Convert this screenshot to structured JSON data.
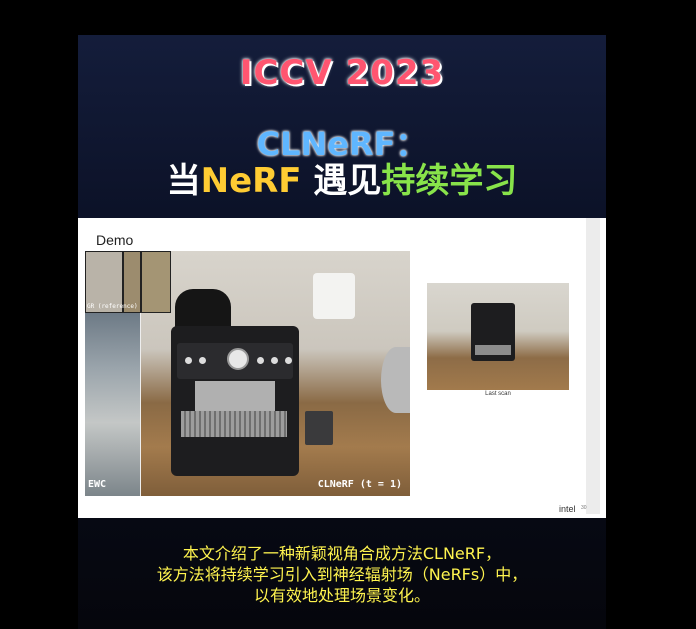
{
  "header": {
    "conference": "ICCV 2023",
    "subtitle_line1": "CLNeRF：",
    "subtitle_line2_part1": "当",
    "subtitle_line2_part2": "NeRF",
    "subtitle_line2_part3": " 遇见",
    "subtitle_line2_part4": "持续学习"
  },
  "slide": {
    "heading": "Demo",
    "video": {
      "gt_label": "GR (reference)",
      "left_label": "EWC",
      "right_label": "CLNeRF (t = 1)"
    },
    "last_scan_label": "Last scan",
    "logo_text": "intel",
    "slide_number": "30"
  },
  "caption": {
    "line1": "本文介绍了一种新颖视角合成方法CLNeRF，",
    "line2": "该方法将持续学习引入到神经辐射场（NeRFs）中，",
    "line3": "以有效地处理场景变化。"
  },
  "colors": {
    "conference": "#ff5570",
    "subtitle_blue": "#5fb6ff",
    "highlight_yellow": "#ffcc33",
    "highlight_green": "#88e34a",
    "caption": "#fff44f"
  }
}
